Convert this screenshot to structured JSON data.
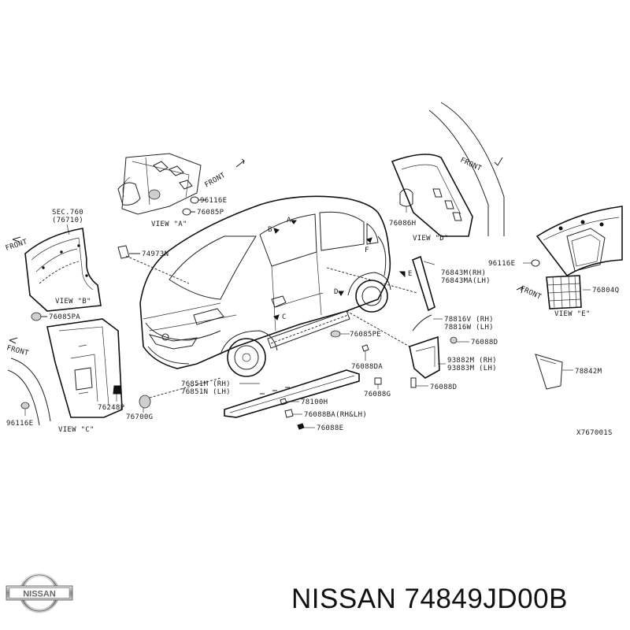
{
  "diagram": {
    "reference_code": "X767001S",
    "views": {
      "view_a": "VIEW \"A\"",
      "view_b": "VIEW \"B\"",
      "view_c": "VIEW \"C\"",
      "view_d": "VIEW \"D\"",
      "view_e": "VIEW \"E\""
    },
    "front_label": "FRONT",
    "section_label": "SEC.760",
    "section_sub": "(76710)",
    "callouts": {
      "c96116e_top": "96116E",
      "c76085p": "76085P",
      "c74973n": "74973N",
      "c76085pa": "76085PA",
      "c96116e_left": "96116E",
      "c76248p": "76248P",
      "c76700g": "76700G",
      "c76851m": "76851M (RH)",
      "c76851n": "76851N (LH)",
      "c78100h": "78100H",
      "c76088ba": "76088BA(RH&LH)",
      "c76088e": "76088E",
      "c76088da": "76088DA",
      "c76088g": "76088G",
      "c76085pe": "76085PE",
      "c76086h": "76086H",
      "c96116e_right": "96116E",
      "c76843m": "76843M(RH)",
      "c76843ma": "76843MA(LH)",
      "c76804q": "76804Q",
      "c78816v": "78816V (RH)",
      "c78816w": "78816W (LH)",
      "c76088d_1": "76088D",
      "c93882m": "93882M (RH)",
      "c93883m": "93883M (LH)",
      "c76088d_2": "76088D",
      "c78842m": "78842M"
    },
    "view_markers": [
      "A",
      "B",
      "C",
      "D",
      "E",
      "F"
    ]
  },
  "brand": {
    "logo_text": "NISSAN",
    "caption": "NISSAN 74849JD00B"
  }
}
